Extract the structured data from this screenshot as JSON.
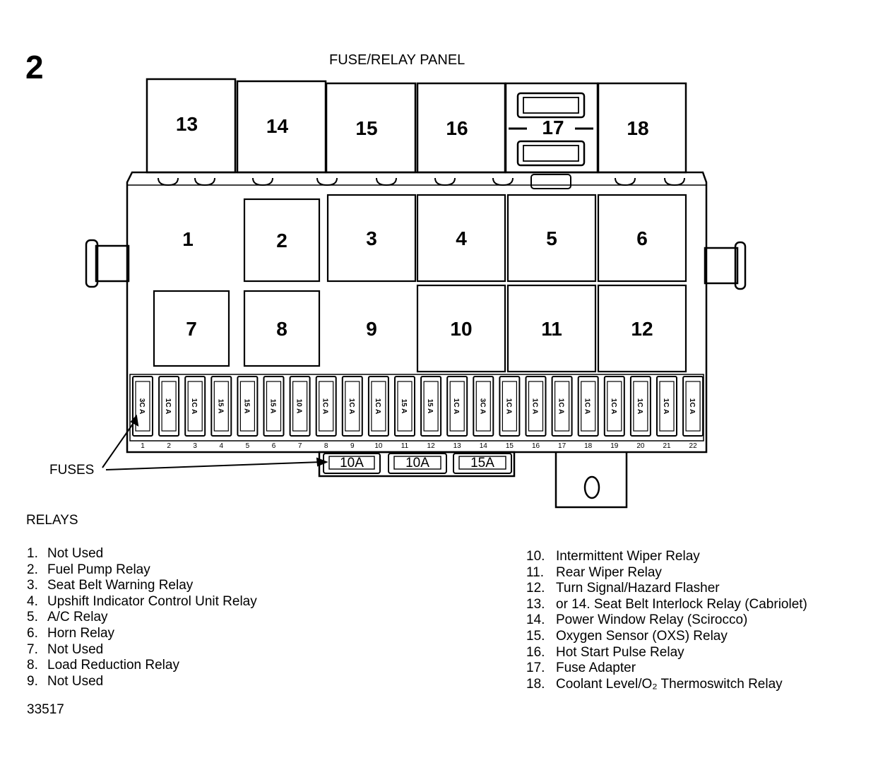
{
  "figure_number": "2",
  "panel_title": "FUSE/RELAY PANEL",
  "top_relays": [
    "13",
    "14",
    "15",
    "16",
    "17",
    "18"
  ],
  "main_relays_row1": [
    "1",
    "2",
    "3",
    "4",
    "5",
    "6"
  ],
  "main_relays_row2": [
    "7",
    "8",
    "9",
    "10",
    "11",
    "12"
  ],
  "fuses": [
    {
      "index": "1",
      "rating": "3C A"
    },
    {
      "index": "2",
      "rating": "1C A"
    },
    {
      "index": "3",
      "rating": "1C A"
    },
    {
      "index": "4",
      "rating": "15 A"
    },
    {
      "index": "5",
      "rating": "15 A"
    },
    {
      "index": "6",
      "rating": "15 A"
    },
    {
      "index": "7",
      "rating": "10 A"
    },
    {
      "index": "8",
      "rating": "1C A"
    },
    {
      "index": "9",
      "rating": "1C A"
    },
    {
      "index": "10",
      "rating": "1C A"
    },
    {
      "index": "11",
      "rating": "15 A"
    },
    {
      "index": "12",
      "rating": "15 A"
    },
    {
      "index": "13",
      "rating": "1C A"
    },
    {
      "index": "14",
      "rating": "3C A"
    },
    {
      "index": "15",
      "rating": "1C A"
    },
    {
      "index": "16",
      "rating": "1C A"
    },
    {
      "index": "17",
      "rating": "1C A"
    },
    {
      "index": "18",
      "rating": "1C A"
    },
    {
      "index": "19",
      "rating": "1C A"
    },
    {
      "index": "20",
      "rating": "1C A"
    },
    {
      "index": "21",
      "rating": "1C A"
    },
    {
      "index": "22",
      "rating": "1C A"
    }
  ],
  "extra_fuses": [
    "10A",
    "10A",
    "15A"
  ],
  "fuses_label": "FUSES",
  "adapter_symbol": "0",
  "relays_heading": "RELAYS",
  "relay_legend_left": [
    {
      "num": "1.",
      "label": "Not Used"
    },
    {
      "num": "2.",
      "label": "Fuel Pump Relay"
    },
    {
      "num": "3.",
      "label": "Seat Belt Warning Relay"
    },
    {
      "num": "4.",
      "label": "Upshift Indicator Control Unit Relay"
    },
    {
      "num": "5.",
      "label": "A/C Relay"
    },
    {
      "num": "6.",
      "label": "Horn Relay"
    },
    {
      "num": "7.",
      "label": "Not Used"
    },
    {
      "num": "8.",
      "label": "Load Reduction Relay"
    },
    {
      "num": "9.",
      "label": "Not Used"
    }
  ],
  "relay_legend_right": [
    {
      "num": "10.",
      "label": "Intermittent Wiper Relay"
    },
    {
      "num": "11.",
      "label": "Rear Wiper Relay"
    },
    {
      "num": "12.",
      "label": "Turn Signal/Hazard Flasher"
    },
    {
      "num": "13.",
      "label": "or 14. Seat Belt Interlock Relay (Cabriolet)"
    },
    {
      "num": "14.",
      "label": "Power Window Relay (Scirocco)"
    },
    {
      "num": "15.",
      "label": "Oxygen Sensor (OXS) Relay"
    },
    {
      "num": "16.",
      "label": "Hot Start Pulse Relay"
    },
    {
      "num": "17.",
      "label": "Fuse Adapter"
    },
    {
      "num": "18.",
      "label": "Coolant Level/O₂ Thermoswitch Relay"
    }
  ],
  "figure_id": "33517"
}
